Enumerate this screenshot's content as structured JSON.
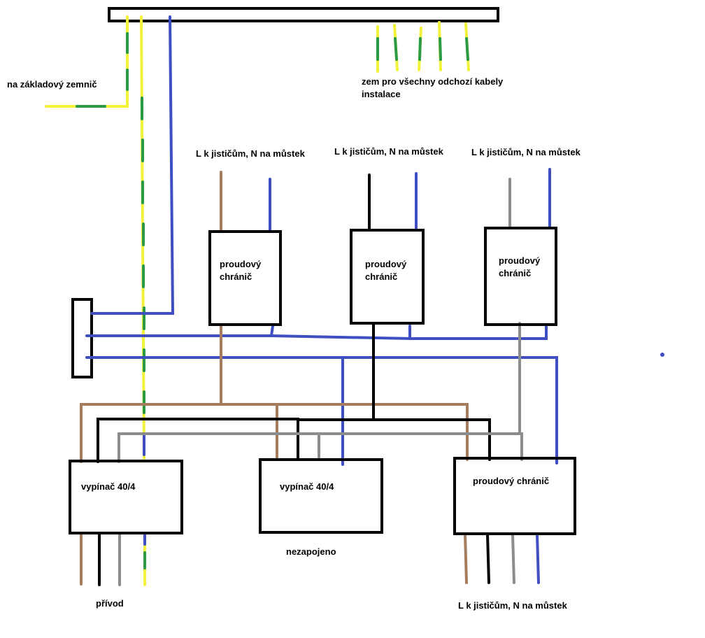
{
  "colors": {
    "phase_brown": "#a67c5f",
    "phase_black": "#000000",
    "phase_gray": "#8c8c8c",
    "neutral_blue": "#3f4fc2",
    "pe_yellow": "#f3f23a",
    "pe_green": "#2a9a45",
    "frame": "#000000"
  },
  "labels": {
    "ground_to_foundation": "na základový zemnič",
    "ground_outgoing": "zem pro všechny odchozí kabely instalace",
    "rcd1_out": "L k jističům, N na můstek",
    "rcd2_out": "L k jističům, N na můstek",
    "rcd3_out": "L k jističům, N na můstek",
    "rcd_main_out": "L k jističům, N na můstek",
    "supply": "přívod",
    "not_connected": "nezapojeno"
  },
  "devices": {
    "rcd1": "proudový chránič",
    "rcd2": "proudový chránič",
    "rcd3": "proudový chránič",
    "switch1": "vypínač 40/4",
    "switch2": "vypínač 40/4",
    "rcd_main": "proudový chránič"
  }
}
